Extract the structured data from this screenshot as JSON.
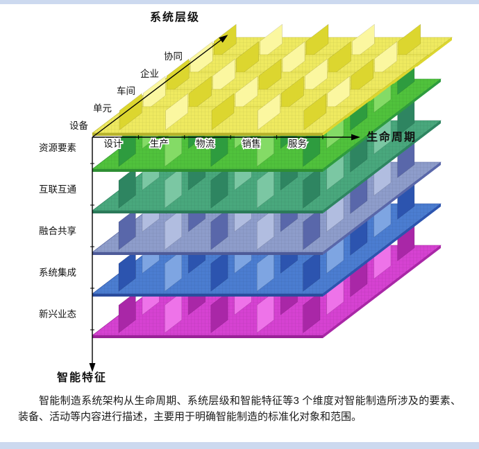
{
  "page": {
    "border_color": "#ccd9ef",
    "background": "#ffffff"
  },
  "figure": {
    "axes": {
      "system_level": {
        "title": "系统层级",
        "items": [
          "设备",
          "单元",
          "车间",
          "企业",
          "协同"
        ]
      },
      "life_cycle": {
        "title": "生命周期",
        "items": [
          "设计",
          "生产",
          "物流",
          "销售",
          "服务"
        ]
      },
      "intelligent_feature": {
        "title": "智能特征",
        "items": [
          "资源要素",
          "互联互通",
          "融合共享",
          "系统集成",
          "新兴业态"
        ]
      }
    },
    "layers": {
      "system_level_color": {
        "plate": "#EFEA60",
        "fin": "#DCD62F",
        "fin_light": "#FBF7A0",
        "edge": "#B7B22B"
      },
      "feature_colors": [
        {
          "name": "资源要素",
          "plate": "#50C23C",
          "fin": "#2E9C3F",
          "fin_light": "#84DB66",
          "edge": "#2E8F33"
        },
        {
          "name": "互联互通",
          "plate": "#49A87D",
          "fin": "#2E8561",
          "fin_light": "#7BC7A3",
          "edge": "#2B7A59"
        },
        {
          "name": "融合共享",
          "plate": "#8E9DCB",
          "fin": "#5967AA",
          "fin_light": "#B1BDE0",
          "edge": "#4E5B99"
        },
        {
          "name": "系统集成",
          "plate": "#4B7DD1",
          "fin": "#2C54AF",
          "fin_light": "#7EA5E2",
          "edge": "#2A4C9D"
        },
        {
          "name": "新兴业态",
          "plate": "#D642D2",
          "fin": "#A927A7",
          "fin_light": "#EE73E9",
          "edge": "#992297"
        }
      ]
    },
    "axis_color": "#000000"
  },
  "caption": {
    "text": "智能制造系统架构从生命周期、系统层级和智能特征等3 个维度对智能制造所涉及的要素、装备、活动等内容进行描述，主要用于明确智能制造的标准化对象和范围。"
  }
}
